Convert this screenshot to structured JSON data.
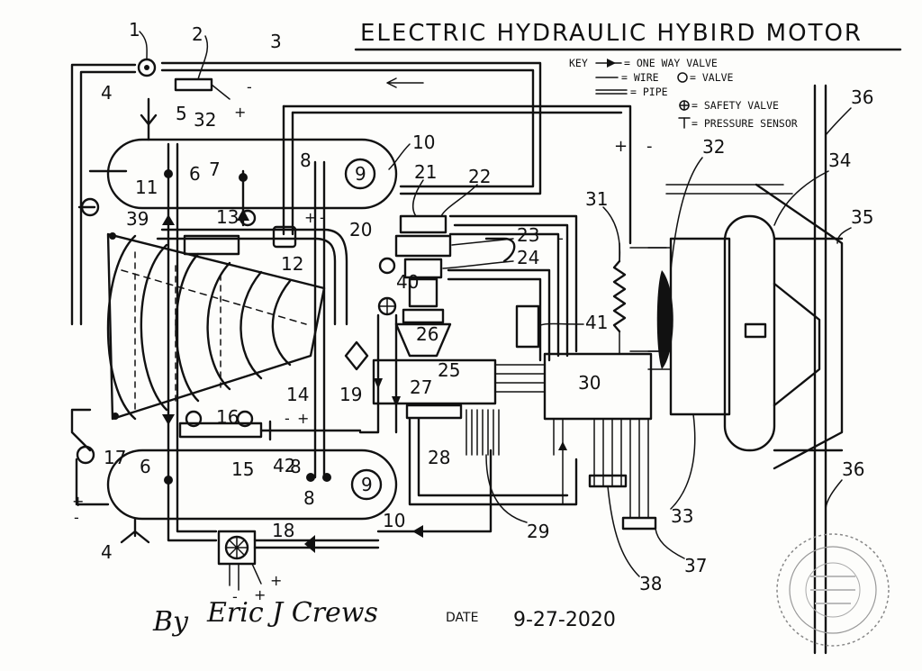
{
  "title": "ELECTRIC HYDRAULIC HYBIRD MOTOR",
  "key": {
    "heading": "KEY",
    "one_way_valve": "= ONE WAY VALVE",
    "wire": "= WIRE",
    "valve": "= VALVE",
    "pipe": "= PIPE",
    "safety_valve": "= SAFETY VALVE",
    "pressure_sensor": "= PRESSURE SENSOR"
  },
  "labels": {
    "n1": "1",
    "n2": "2",
    "n3": "3",
    "n4a": "4",
    "n4b": "4",
    "n5": "5",
    "n6a": "6",
    "n6b": "6",
    "n7": "7",
    "n8a": "8",
    "n8b": "8",
    "n8c": "8",
    "n9a": "9",
    "n9b": "9",
    "n10a": "10",
    "n10b": "10",
    "n11": "11",
    "n12": "12",
    "n13": "13",
    "n14": "14",
    "n15": "15",
    "n16": "16",
    "n17": "17",
    "n18": "18",
    "n19": "19",
    "n20": "20",
    "n21": "21",
    "n22": "22",
    "n23": "23",
    "n24": "24",
    "n25": "25",
    "n26": "26",
    "n27": "27",
    "n28": "28",
    "n29": "29",
    "n30": "30",
    "n31": "31",
    "n32a": "32",
    "n32b": "32",
    "n33": "33",
    "n34": "34",
    "n35": "35",
    "n36a": "36",
    "n36b": "36",
    "n37": "37",
    "n38": "38",
    "n39": "39",
    "n40": "40",
    "n41": "41",
    "n42": "42"
  },
  "signature": {
    "by": "By",
    "name": "Eric J Crews",
    "date_label": "DATE",
    "date": "9-27-2020"
  }
}
